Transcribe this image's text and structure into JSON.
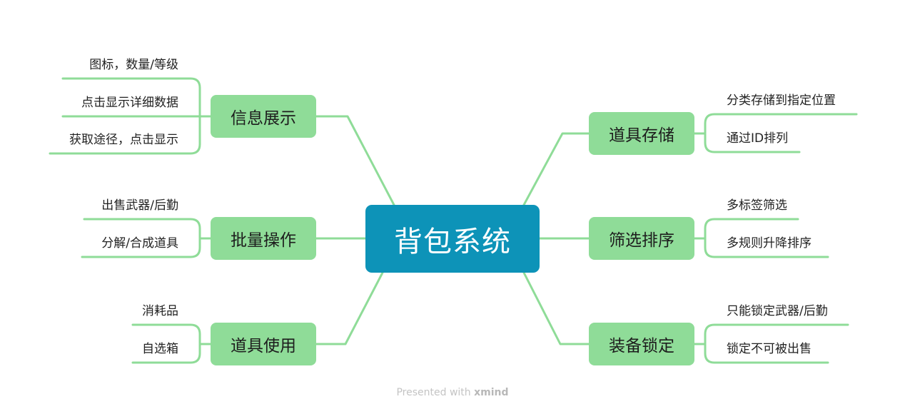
{
  "center": {
    "label": "背包系统"
  },
  "branches": [
    {
      "label": "信息展示",
      "children": [
        "图标，数量/等级",
        "点击显示详细数据",
        "获取途径，点击显示"
      ]
    },
    {
      "label": "批量操作",
      "children": [
        "出售武器/后勤",
        "分解/合成道具"
      ]
    },
    {
      "label": "道具使用",
      "children": [
        "消耗品",
        "自选箱"
      ]
    },
    {
      "label": "道具存储",
      "children": [
        "分类存储到指定位置",
        "通过ID排列"
      ]
    },
    {
      "label": "筛选排序",
      "children": [
        "多标签筛选",
        "多规则升降排序"
      ]
    },
    {
      "label": "装备锁定",
      "children": [
        "只能锁定武器/后勤",
        "锁定不可被出售"
      ]
    }
  ],
  "footer": {
    "prefix": "Presented with",
    "brand": "xmind"
  },
  "colors": {
    "center": "#0d93b8",
    "branch": "#8fdc98",
    "line": "#8fdc98"
  }
}
